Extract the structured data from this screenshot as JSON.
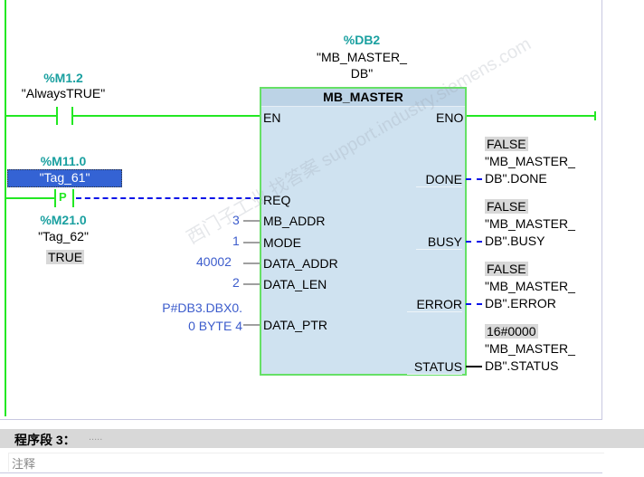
{
  "block": {
    "instance_addr": "%DB2",
    "instance_name": "\"MB_MASTER_ DB\"",
    "instance_line1": "\"MB_MASTER_",
    "instance_line2": "DB\"",
    "type": "MB_MASTER",
    "en": "EN",
    "eno": "ENO"
  },
  "contacts": [
    {
      "addr": "%M1.2",
      "name": "\"AlwaysTRUE\""
    },
    {
      "addr": "%M11.0",
      "name": "\"Tag_61\"",
      "edge": "P",
      "edge_addr": "%M21.0",
      "edge_name": "\"Tag_62\"",
      "edge_value": "TRUE"
    }
  ],
  "inputs": [
    {
      "pin": "REQ"
    },
    {
      "pin": "MB_ADDR",
      "value": "3"
    },
    {
      "pin": "MODE",
      "value": "1"
    },
    {
      "pin": "DATA_ADDR",
      "value": "40002"
    },
    {
      "pin": "DATA_LEN",
      "value": "2"
    },
    {
      "pin": "DATA_PTR",
      "value_line1": "P#DB3.DBX0.",
      "value_line2": "0 BYTE 4"
    }
  ],
  "outputs": [
    {
      "pin": "DONE",
      "value": "FALSE",
      "line1": "\"MB_MASTER_",
      "line2": "DB\".DONE"
    },
    {
      "pin": "BUSY",
      "value": "FALSE",
      "line1": "\"MB_MASTER_",
      "line2": "DB\".BUSY"
    },
    {
      "pin": "ERROR",
      "value": "FALSE",
      "line1": "\"MB_MASTER_",
      "line2": "DB\".ERROR"
    },
    {
      "pin": "STATUS",
      "value": "16#0000",
      "line1": "\"MB_MASTER_",
      "line2": "DB\".STATUS"
    }
  ],
  "network": {
    "title": "程序段 3：",
    "title_dots": ".....",
    "comment": "注释"
  },
  "watermark": "西门子工业 找答案 support.industry.siemens.com"
}
